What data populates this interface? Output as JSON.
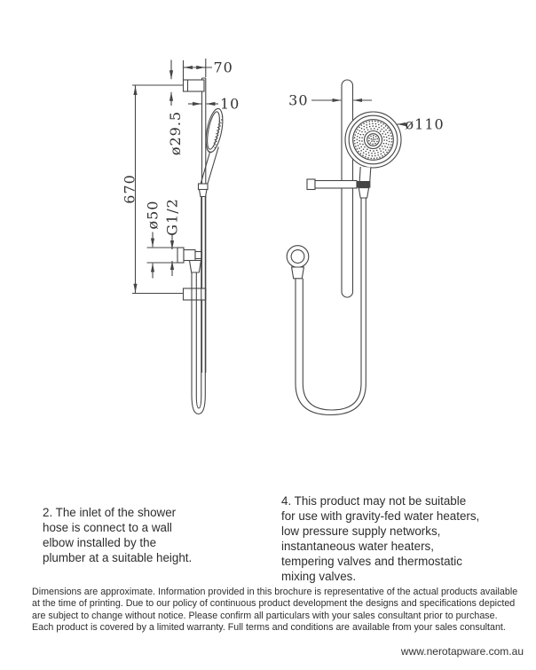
{
  "side_view": {
    "dim_bracket_depth": "70",
    "dim_rail_offset": "10",
    "dim_bracket_diameter": "ø29.5",
    "dim_rail_height": "670",
    "dim_elbow_flange_diameter": "ø50",
    "dim_thread_size": "G1/2"
  },
  "front_view": {
    "dim_rail_width": "30",
    "dim_handshower_diameter": "ø110"
  },
  "notes": {
    "note_2": "2. The inlet of the shower\nhose is connect to a wall\nelbow installed by the\nplumber at a suitable height.",
    "note_4": "4. This product may not be suitable\nfor use with gravity-fed water heaters,\nlow pressure supply networks,\ninstantaneous water heaters,\ntempering valves and thermostatic\nmixing valves."
  },
  "footer": {
    "disclaimer": "Dimensions are approximate. Information provided in this brochure is representative of the actual products available\nat the time of printing. Due to our policy of continuous product development the designs and specifications depicted\nare subject to change without notice. Please confirm all particulars with your sales consultant prior to purchase.\nEach product is covered by a limited warranty. Full terms and conditions are available from your sales consultant.",
    "website": "www.nerotapware.com.au"
  },
  "colors": {
    "line": "#454545",
    "text": "#2d2d2d"
  }
}
